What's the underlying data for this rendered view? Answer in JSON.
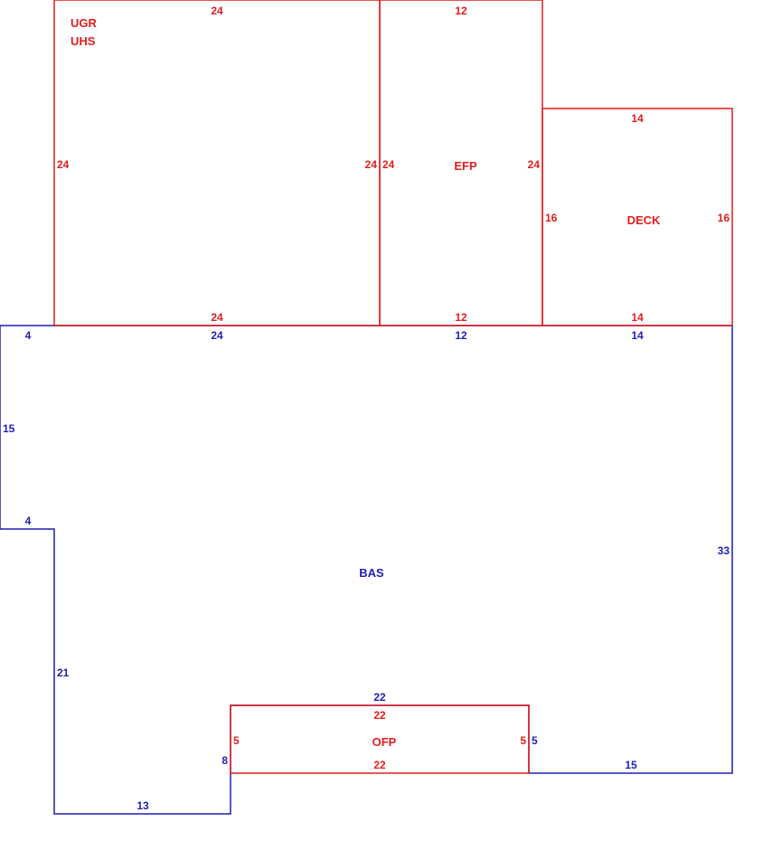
{
  "colors": {
    "area_outline": "#e11d1d",
    "base_outline": "#1f1fb8"
  },
  "areas": {
    "ugr": {
      "label_1": "UGR",
      "label_2": "UHS",
      "top": "24",
      "bottom": "24",
      "left": "24",
      "right": "24"
    },
    "efp": {
      "label": "EFP",
      "top": "12",
      "bottom": "12",
      "left": "24",
      "right": "24"
    },
    "deck": {
      "label": "DECK",
      "top": "14",
      "bottom": "14",
      "left": "16",
      "right": "16"
    },
    "ofp": {
      "label": "OFP",
      "top": "22",
      "bottom": "22",
      "left": "5",
      "right": "5"
    }
  },
  "bas": {
    "label": "BAS",
    "top_left_step": "4",
    "top_seg_1": "24",
    "top_seg_2": "12",
    "top_seg_3": "14",
    "left_upper": "15",
    "left_step": "4",
    "left_lower": "21",
    "bottom_left": "13",
    "notch_left": "8",
    "notch_top": "22",
    "notch_right": "5",
    "bottom_right": "15",
    "right": "33"
  }
}
